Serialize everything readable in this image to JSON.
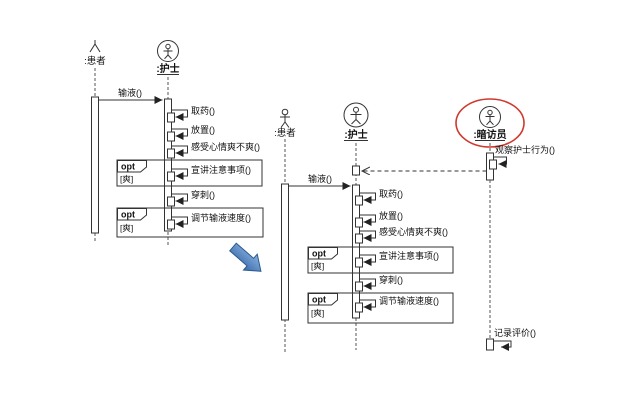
{
  "colors": {
    "line": "#333333",
    "text": "#111111",
    "highlight_red": "#cf3a2f",
    "arrow_blue_light": "#88b0e0",
    "arrow_blue_dark": "#3a6cab",
    "arrow_blue_border": "#2d5b8e"
  },
  "icons": {
    "patient": "actor-stick-figure-icon",
    "nurse": "circled-stick-figure-icon",
    "observer": "circled-stick-figure-icon",
    "transform": "blue-block-arrow-down-right"
  },
  "left_diagram": {
    "patient_label": ":患者",
    "nurse_label": ":护士",
    "call_message": "输液()",
    "self_messages": {
      "m1": "取药()",
      "m2": "放置()",
      "m3": "感受心情爽不爽()",
      "m4": "宣讲注意事项()",
      "m5": "穿刺()",
      "m6": "调节输液速度()"
    },
    "opt1": {
      "operator": "opt",
      "guard": "[爽]"
    },
    "opt2": {
      "operator": "opt",
      "guard": "[爽]"
    }
  },
  "right_diagram": {
    "patient_label": ":患者",
    "nurse_label": ":护士",
    "observer_label": ":暗访员",
    "observe_message": "观察护士行为()",
    "record_message": "记录评价()",
    "call_message": "输液()",
    "self_messages": {
      "m1": "取药()",
      "m2": "放置()",
      "m3": "感受心情爽不爽()",
      "m4": "宣讲注意事项()",
      "m5": "穿刺()",
      "m6": "调节输液速度()"
    },
    "opt1": {
      "operator": "opt",
      "guard": "[爽]"
    },
    "opt2": {
      "operator": "opt",
      "guard": "[爽]"
    }
  }
}
